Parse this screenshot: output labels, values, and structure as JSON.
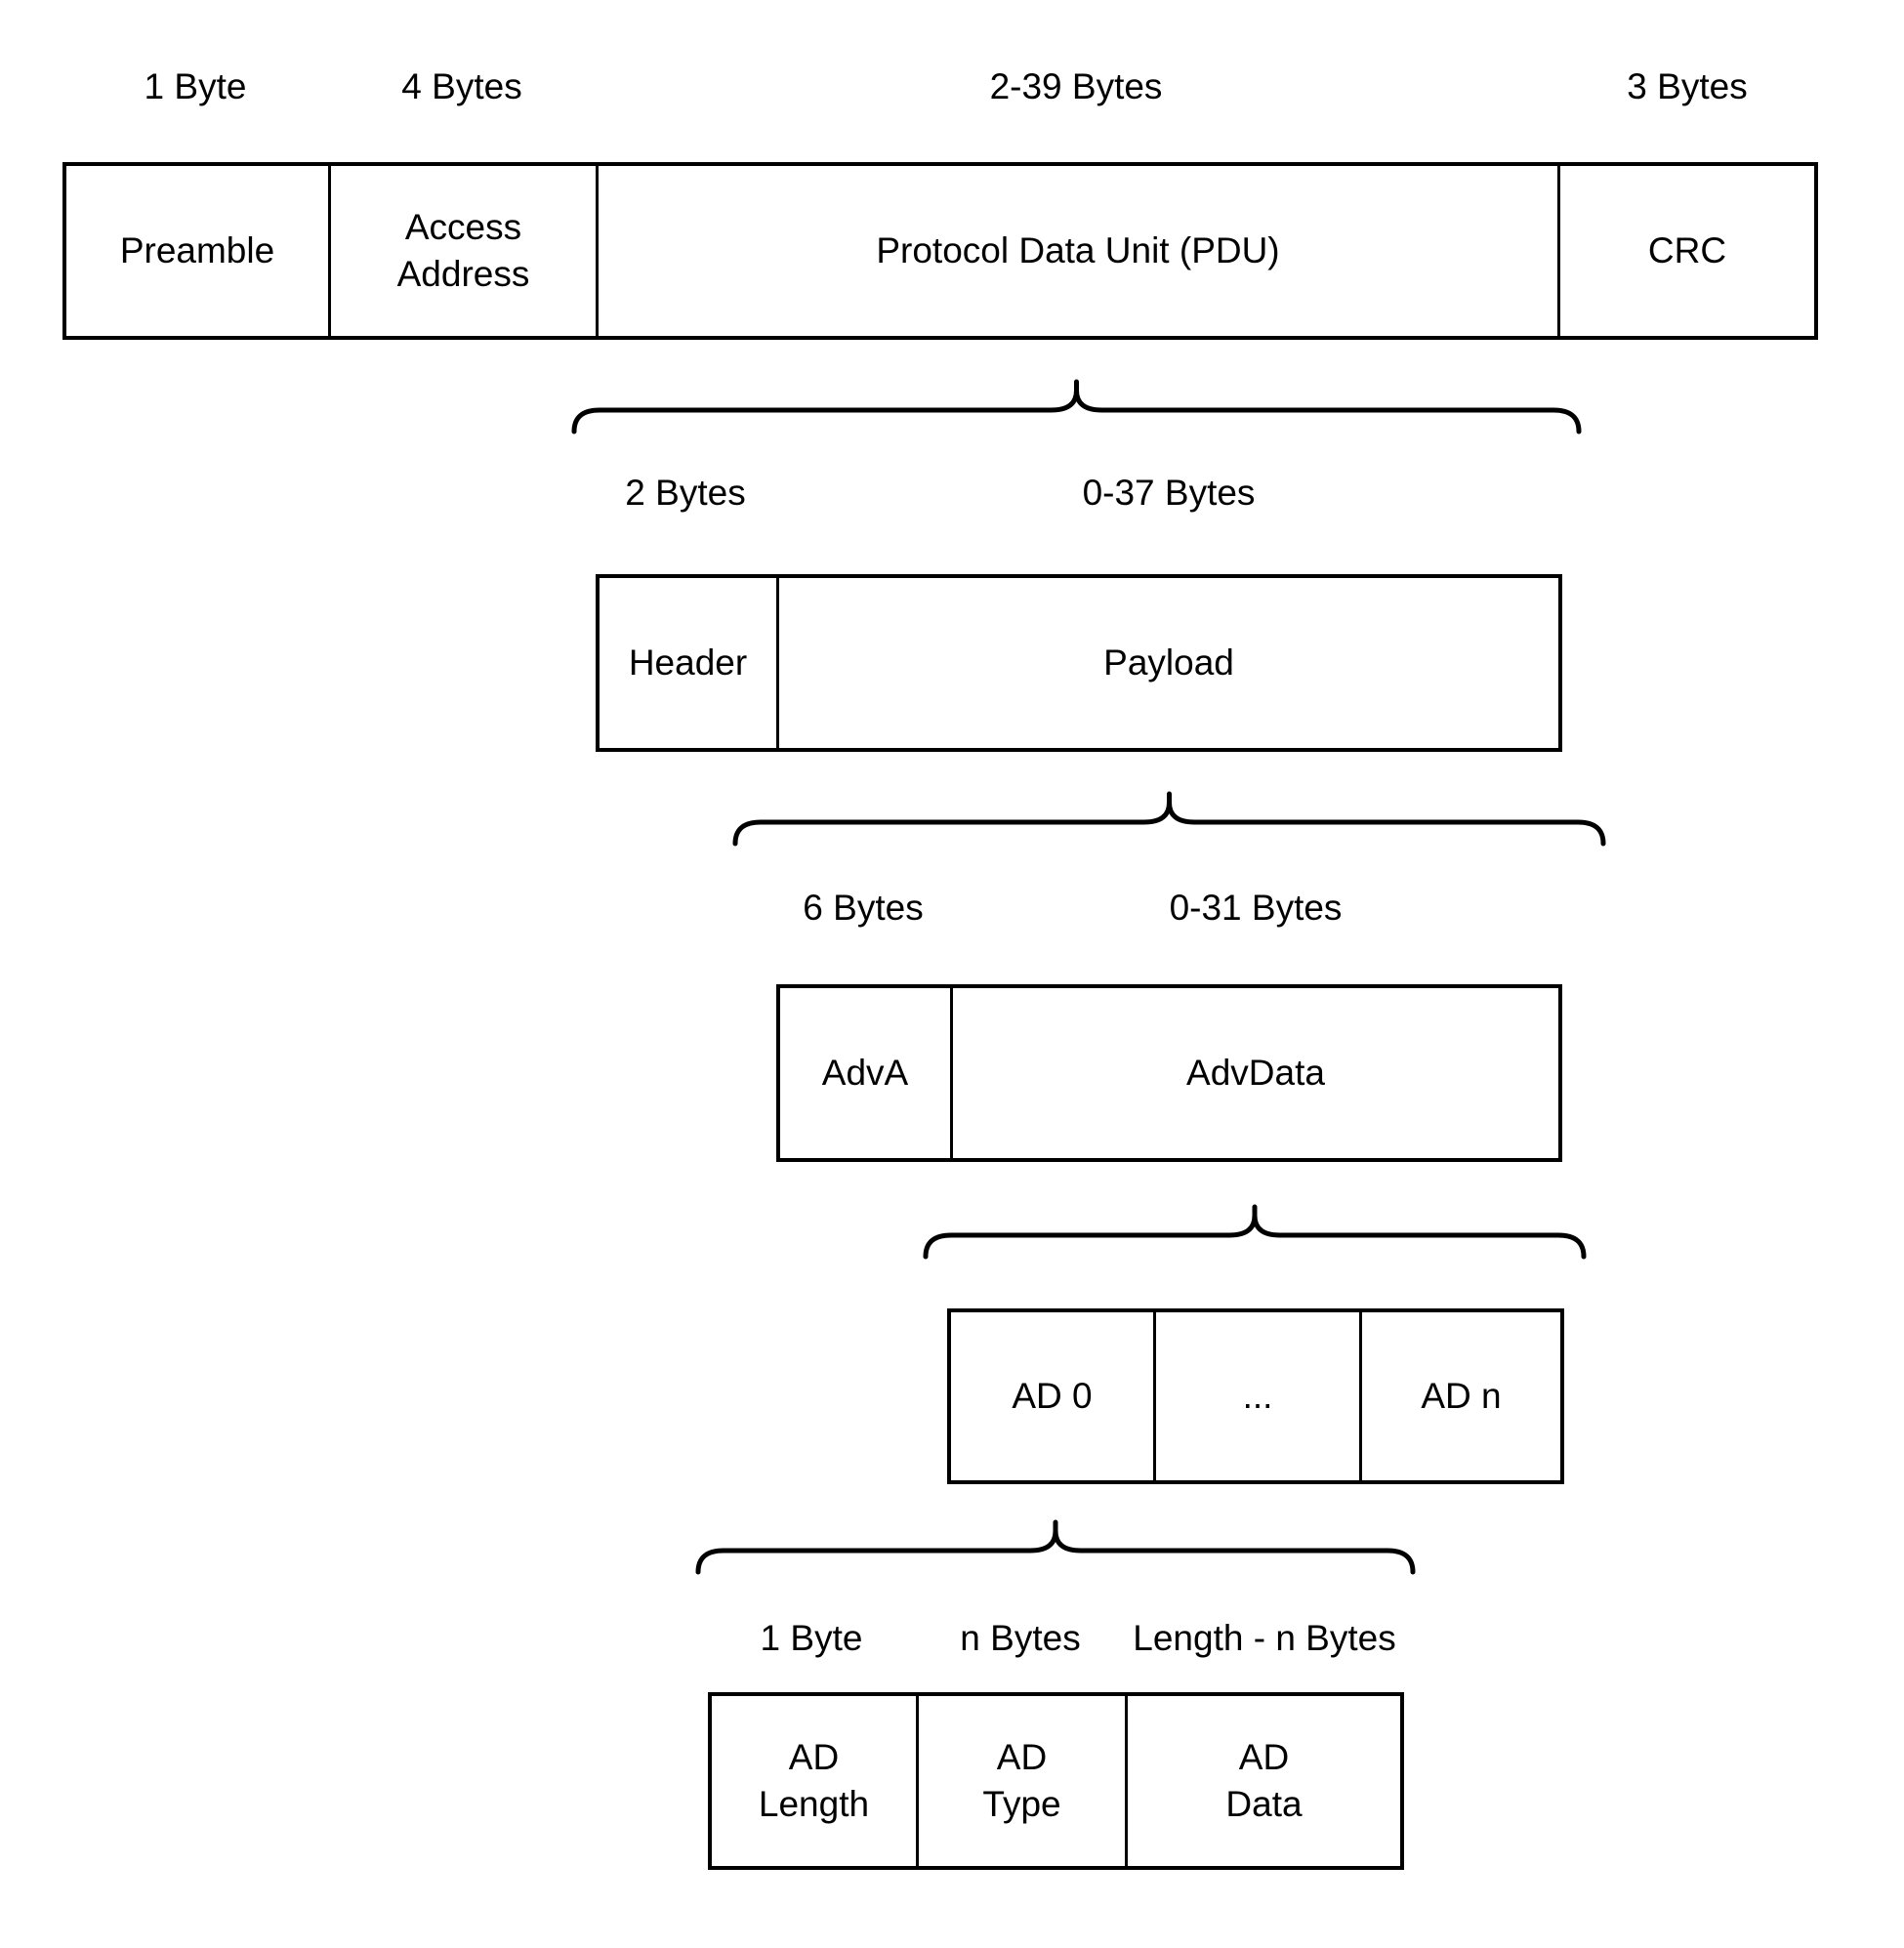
{
  "diagram": {
    "description": "BLE advertising packet structure",
    "colors": {
      "line": "#000000",
      "background": "#ffffff",
      "text": "#000000"
    },
    "rows": [
      {
        "name": "packet",
        "size_labels": [
          "1 Byte",
          "4 Bytes",
          "2-39 Bytes",
          "3 Bytes"
        ],
        "cells": [
          "Preamble",
          "Access\nAddress",
          "Protocol Data Unit (PDU)",
          "CRC"
        ]
      },
      {
        "name": "pdu",
        "size_labels": [
          "2 Bytes",
          "0-37 Bytes"
        ],
        "cells": [
          "Header",
          "Payload"
        ]
      },
      {
        "name": "payload",
        "size_labels": [
          "6 Bytes",
          "0-31 Bytes"
        ],
        "cells": [
          "AdvA",
          "AdvData"
        ]
      },
      {
        "name": "advdata",
        "size_labels": [],
        "cells": [
          "AD 0",
          "...",
          "AD n"
        ]
      },
      {
        "name": "ad-structure",
        "size_labels": [
          "1 Byte",
          "n Bytes",
          "Length - n Bytes"
        ],
        "cells": [
          "AD\nLength",
          "AD\nType",
          "AD\nData"
        ]
      }
    ]
  }
}
